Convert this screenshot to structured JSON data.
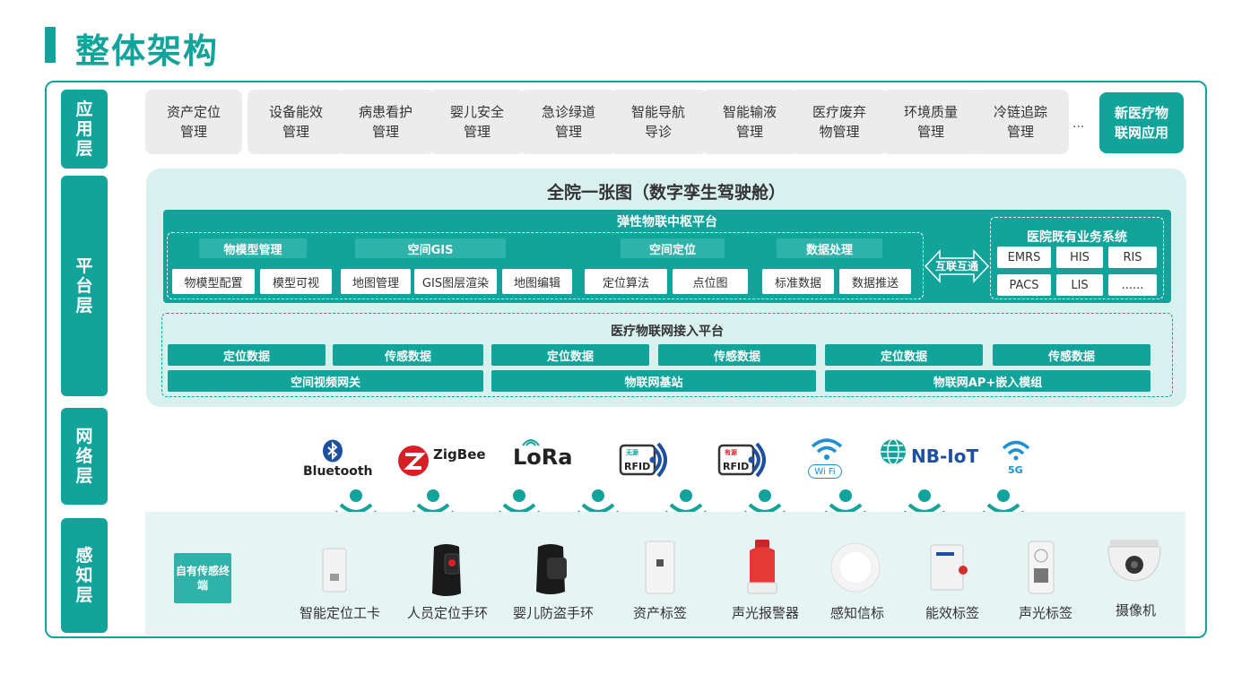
{
  "title": "整体架构",
  "layers": {
    "app": "应用层",
    "platform": "平台层",
    "network": "网络层",
    "sense": "感知层"
  },
  "apps": [
    "资产定位管理",
    "设备能效管理",
    "病患看护管理",
    "婴儿安全管理",
    "急诊绿道管理",
    "智能导航导诊",
    "智能输液管理",
    "医疗废弃物管理",
    "环境质量管理",
    "冷链追踪管理"
  ],
  "apps_ellipsis": "...",
  "app_new": "新医疗物联网应用",
  "platform": {
    "title": "全院一张图（数字孪生驾驶舱）",
    "hub_title": "弹性物联中枢平台",
    "groups": {
      "model": "物模型管理",
      "gis": "空间GIS",
      "pos": "空间定位",
      "data": "数据处理"
    },
    "cells": {
      "model_config": "物模型配置",
      "model_view": "模型可视",
      "map_mgmt": "地图管理",
      "gis_render": "GIS图层渲染",
      "map_edit": "地图编辑",
      "pos_algo": "定位算法",
      "pos_map": "点位图",
      "std_data": "标准数据",
      "data_push": "数据推送"
    },
    "interconnect": "互联互通",
    "his_system": {
      "title": "医院既有业务系统",
      "items": [
        "EMRS",
        "HIS",
        "RIS",
        "PACS",
        "LIS",
        "......"
      ]
    },
    "access": {
      "title": "医疗物联网接入平台",
      "loc_data": "定位数据",
      "sensor_data": "传感数据",
      "gw_video": "空间视频网关",
      "gw_base": "物联网基站",
      "gw_ap": "物联网AP+嵌入模组"
    }
  },
  "network": {
    "bluetooth": "Bluetooth",
    "zigbee": "ZigBee",
    "lora": "LoRa",
    "rfid": "RFID",
    "rfid_passive": "无源",
    "rfid_active": "有源",
    "wifi": "Wi Fi",
    "nbiot": "NB-IoT",
    "fiveg": "5G"
  },
  "sense": {
    "self_terminal": "自有传感终端",
    "devices": [
      "智能定位工卡",
      "人员定位手环",
      "婴儿防盗手环",
      "资产标签",
      "声光报警器",
      "感知信标",
      "能效标签",
      "声光标签",
      "摄像机"
    ]
  },
  "colors": {
    "teal": "#12a39a",
    "teal_light": "#2db3a9",
    "platform_bg": "#d8f0ee",
    "app_bg": "#ececec"
  }
}
